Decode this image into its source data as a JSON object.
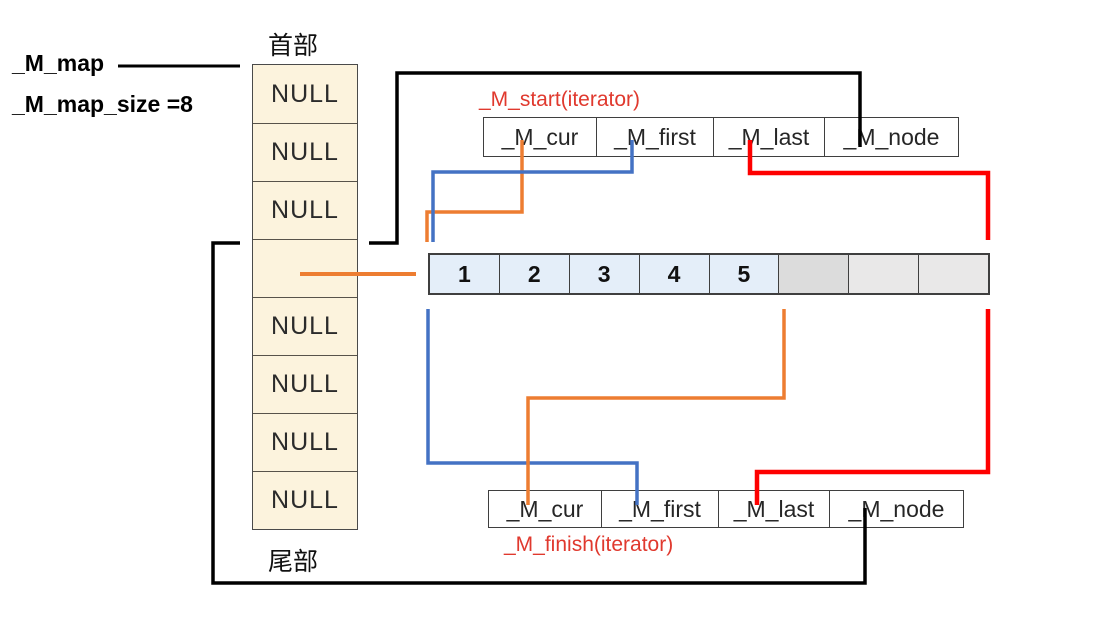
{
  "map": {
    "pointer_label": "_M_map",
    "size_label": "_M_map_size =8",
    "head_label": "首部",
    "tail_label": "尾部",
    "cells": [
      "NULL",
      "NULL",
      "NULL",
      "",
      "NULL",
      "NULL",
      "NULL",
      "NULL"
    ]
  },
  "start_iterator": {
    "label": "_M_start(iterator)",
    "fields": [
      "_M_cur",
      "_M_first",
      "_M_last",
      "_M_node"
    ]
  },
  "finish_iterator": {
    "label": "_M_finish(iterator)",
    "fields": [
      "_M_cur",
      "_M_first",
      "_M_last",
      "_M_node"
    ]
  },
  "buffer": {
    "values": [
      "1",
      "2",
      "3",
      "4",
      "5",
      "",
      "",
      ""
    ],
    "filled_count": 5
  },
  "colors": {
    "map_cell_fill": "#fcf3dd",
    "buffer_filled_fill": "#e4eef9",
    "buffer_empty_fill": "#e9e8e8",
    "buffer_empty_dark_fill": "#dcdcdc",
    "arrow_black": "#000000",
    "arrow_blue": "#4472c4",
    "arrow_orange": "#ed7d31",
    "arrow_red": "#fe0000",
    "label_red": "#e0392e"
  }
}
